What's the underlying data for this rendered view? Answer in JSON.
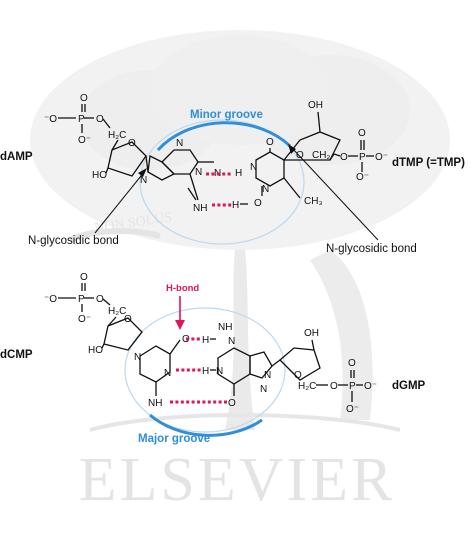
{
  "labels": {
    "damp": "dAMP",
    "dtmp": "dTMP (=TMP)",
    "dcmp": "dCMP",
    "dgmp": "dGMP"
  },
  "annotations": {
    "glyco_left": "N-glycosidic bond",
    "glyco_right": "N-glycosidic bond",
    "minor_groove": "Minor groove",
    "major_groove": "Major groove",
    "hbond": "H-bond"
  },
  "watermark": {
    "publisher": "ELSEVIER",
    "motto": "NON SOLUS"
  },
  "atoms": {
    "n": "N",
    "h": "H",
    "o": "O",
    "p": "P",
    "nh": "NH",
    "nh2_left": "N–H",
    "ho": "HO",
    "oh": "OH",
    "h2c": "H₂C",
    "ch2": "CH₂",
    "ch3": "CH₃",
    "ominus": "O⁻",
    "minus_o": "⁻O",
    "hn": "H–N",
    "nhh": "NH–H"
  },
  "colors": {
    "groove": "#2f8fd8",
    "hbond": "#e0145e",
    "ink": "#111111",
    "watermark": "#e4e4e4"
  }
}
